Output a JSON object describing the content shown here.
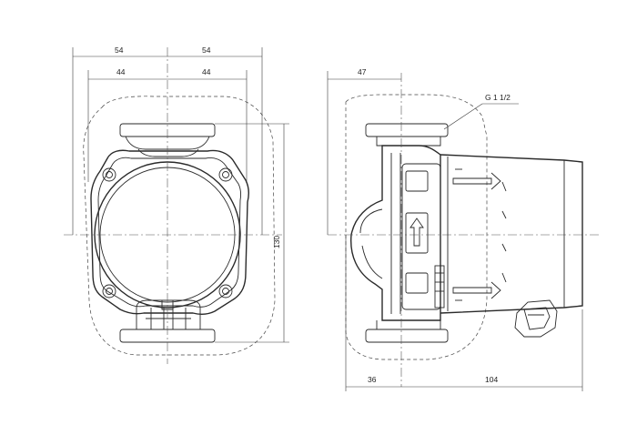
{
  "diagram": {
    "front_view": {
      "dim_top_left": "54",
      "dim_top_right": "54",
      "dim_inner_left": "44",
      "dim_inner_right": "44",
      "dim_height": "130"
    },
    "side_view": {
      "dim_top": "47",
      "thread_label": "G 1 1/2",
      "dim_bottom_left": "36",
      "dim_bottom_right": "104"
    }
  }
}
